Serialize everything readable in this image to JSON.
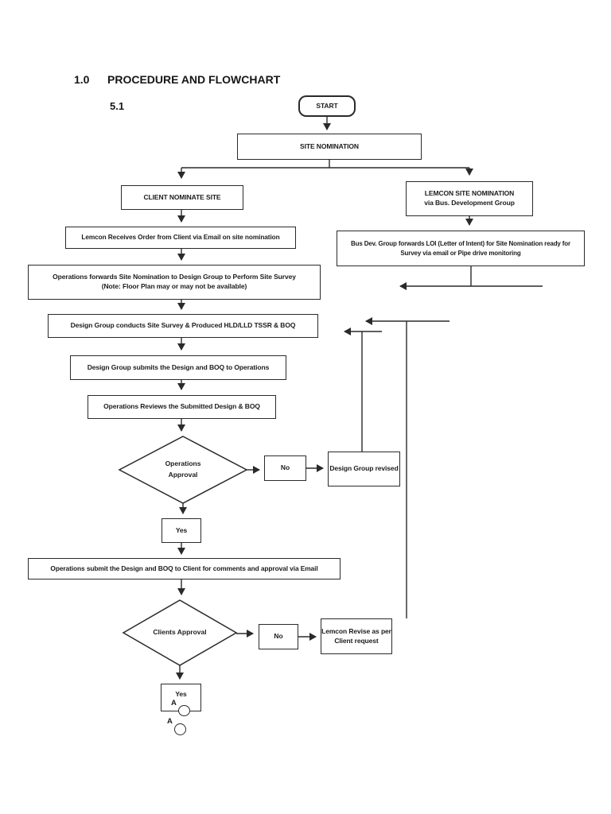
{
  "page": {
    "heading_number": "1.0",
    "heading_title": "PROCEDURE AND FLOWCHART",
    "section_number": "5.1"
  },
  "nodes": {
    "start": "START",
    "site_nomination": "SITE NOMINATION",
    "client_nominate": "CLIENT NOMINATE SITE",
    "lemcon_nomination": {
      "line1": "LEMCON SITE NOMINATION",
      "line2": "via Bus. Development Group"
    },
    "lemcon_receives": "Lemcon Receives Order from Client via Email on site nomination",
    "operations_forwards": {
      "line1": "Operations forwards Site Nomination to Design Group to Perform Site Survey",
      "line2": "(Note: Floor Plan may or may not be available)"
    },
    "bus_dev": {
      "line1": "Bus Dev. Group forwards LOI (Letter of Intent) for Site Nomination ready for",
      "line2": "Survey via email or Pipe drive monitoring"
    },
    "design_conducts": "Design Group conducts Site Survey & Produced HLD/LLD TSSR & BOQ",
    "design_submits": "Design Group submits the Design and BOQ to Operations",
    "operations_reviews": "Operations Reviews the Submitted Design & BOQ",
    "operations_approval": {
      "line1": "Operations",
      "line2": "Approval"
    },
    "no_operations": "No",
    "design_revised": "Design Group revised",
    "yes_operations": "Yes",
    "operations_submit": "Operations submit the Design and BOQ to Client for comments and approval via Email",
    "clients_approval": "Clients Approval",
    "no_clients": "No",
    "lemcon_revise": {
      "line1": "Lemcon Revise as per",
      "line2": "Client request"
    },
    "yes_clients": "Yes",
    "offpage_connector_1": "A",
    "offpage_connector_2": "A"
  },
  "colors": {
    "line": "#2a2a2a",
    "text": "#1c1c1c",
    "page_background": "#ffffff"
  }
}
